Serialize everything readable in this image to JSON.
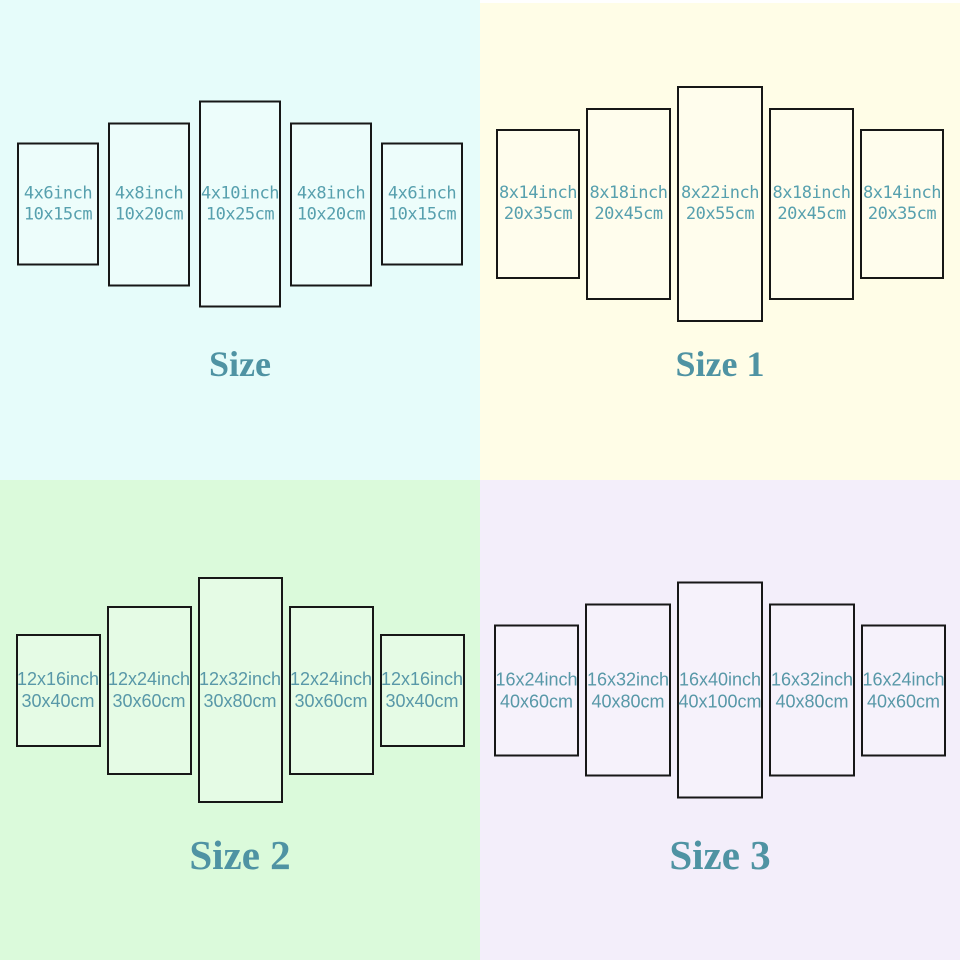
{
  "colors": {
    "label_text": "#5898a8",
    "title_text": "#4f93a3",
    "panel_border": "#171717",
    "top_strip": "#ffffff"
  },
  "quadrants": [
    {
      "id": "size",
      "title": "Size",
      "bg": "#e6fcfa",
      "panels": [
        {
          "inch": "4x6inch",
          "cm": "10x15cm"
        },
        {
          "inch": "4x8inch",
          "cm": "10x20cm"
        },
        {
          "inch": "4x10inch",
          "cm": "10x25cm"
        },
        {
          "inch": "4x8inch",
          "cm": "10x20cm"
        },
        {
          "inch": "4x6inch",
          "cm": "10x15cm"
        }
      ]
    },
    {
      "id": "size-1",
      "title": "Size 1",
      "bg": "#fffde7",
      "panels": [
        {
          "inch": "8x14inch",
          "cm": "20x35cm"
        },
        {
          "inch": "8x18inch",
          "cm": "20x45cm"
        },
        {
          "inch": "8x22inch",
          "cm": "20x55cm"
        },
        {
          "inch": "8x18inch",
          "cm": "20x45cm"
        },
        {
          "inch": "8x14inch",
          "cm": "20x35cm"
        }
      ]
    },
    {
      "id": "size-2",
      "title": "Size 2",
      "bg": "#dbfadb",
      "panels": [
        {
          "inch": "12x16inch",
          "cm": "30x40cm"
        },
        {
          "inch": "12x24inch",
          "cm": "30x60cm"
        },
        {
          "inch": "12x32inch",
          "cm": "30x80cm"
        },
        {
          "inch": "12x24inch",
          "cm": "30x60cm"
        },
        {
          "inch": "12x16inch",
          "cm": "30x40cm"
        }
      ]
    },
    {
      "id": "size-3",
      "title": "Size 3",
      "bg": "#f3eefa",
      "panels": [
        {
          "inch": "16x24inch",
          "cm": "40x60cm"
        },
        {
          "inch": "16x32inch",
          "cm": "40x80cm"
        },
        {
          "inch": "16x40inch",
          "cm": "40x100cm"
        },
        {
          "inch": "16x32inch",
          "cm": "40x80cm"
        },
        {
          "inch": "16x24inch",
          "cm": "40x60cm"
        }
      ]
    }
  ]
}
